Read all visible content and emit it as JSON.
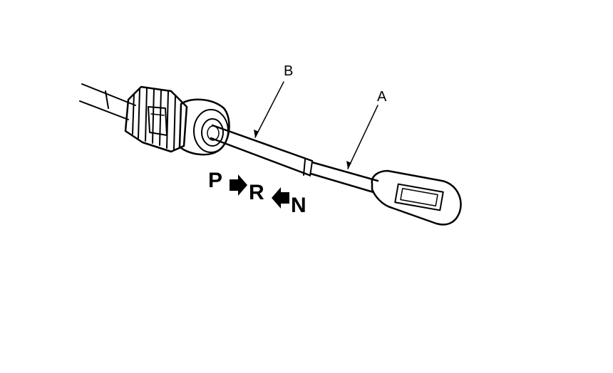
{
  "labels": {
    "callout_a": "A",
    "callout_b": "B"
  },
  "gear_sequence": {
    "first": "P",
    "second": "R",
    "third": "N",
    "arrow1_direction": "right",
    "arrow2_direction": "left"
  },
  "colors": {
    "line": "#000000",
    "background": "#ffffff"
  }
}
